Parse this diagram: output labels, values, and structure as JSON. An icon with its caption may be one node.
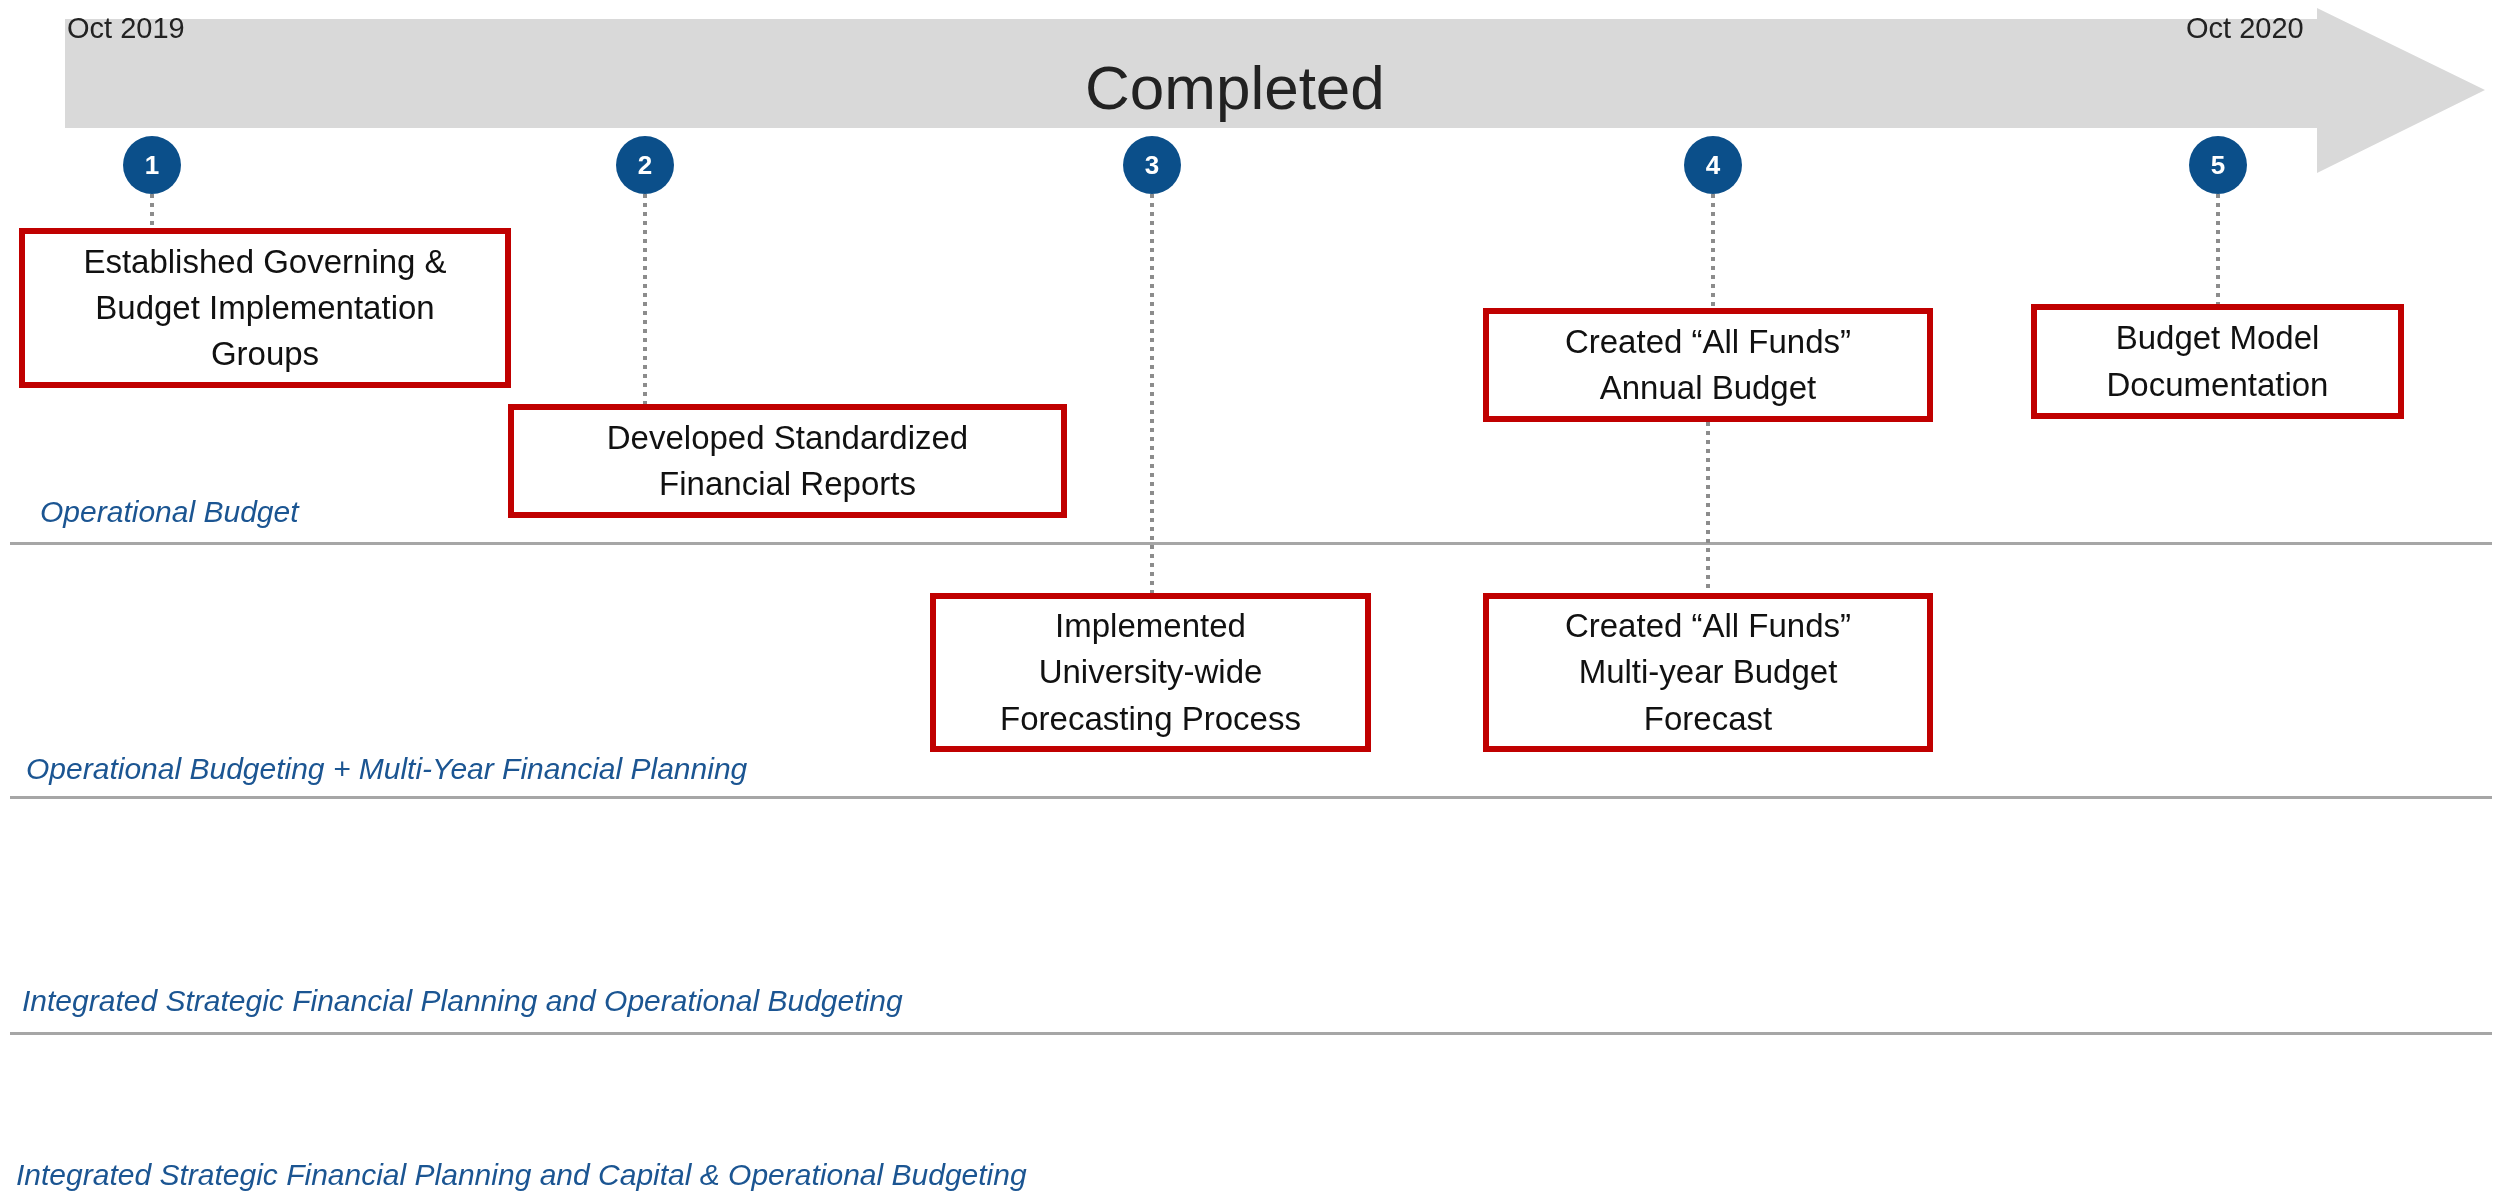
{
  "diagram": {
    "nodes": [
      {
        "text": [
          "Completed"
        ]
      },
      {
        "text": [
          "1"
        ]
      },
      {
        "text": [
          "Established Governing & Budget Implementation Groups"
        ]
      },
      {
        "text": [
          "2"
        ]
      },
      {
        "text": [
          "Developed Standardized Financial Reports"
        ]
      },
      {
        "text": [
          "3"
        ]
      },
      {
        "text": [
          "Implemented University-wide Forecasting Process"
        ]
      },
      {
        "text": [
          "4"
        ]
      },
      {
        "text": [
          "Created “All Funds” Annual Budget"
        ]
      },
      {
        "text": [
          "Created “All Funds” Multi-year Budget Forecast"
        ]
      },
      {
        "text": [
          "5"
        ]
      },
      {
        "text": [
          "Budget Model Documentation"
        ]
      }
    ],
    "edges": [
      {
        "from": 1,
        "to": 2,
        "arrow": "none",
        "style": "dashed"
      },
      {
        "from": 3,
        "to": 4,
        "arrow": "none",
        "style": "dashed"
      },
      {
        "from": 5,
        "to": 6,
        "arrow": "none",
        "style": "dashed"
      },
      {
        "from": 7,
        "to": 8,
        "arrow": "none",
        "style": "dashed"
      },
      {
        "from": 8,
        "to": 9,
        "arrow": "none",
        "style": "dashed"
      },
      {
        "from": 10,
        "to": 11,
        "arrow": "none",
        "style": "dashed"
      }
    ],
    "labels": [
      "Oct 2019",
      "Oct 2020",
      "Operational Budget",
      "Operational Budgeting + Multi-Year Financial Planning",
      "Integrated Strategic Financial Planning and Operational Budgeting",
      "Integrated Strategic Financial Planning and Capital & Operational Budgeting"
    ]
  }
}
